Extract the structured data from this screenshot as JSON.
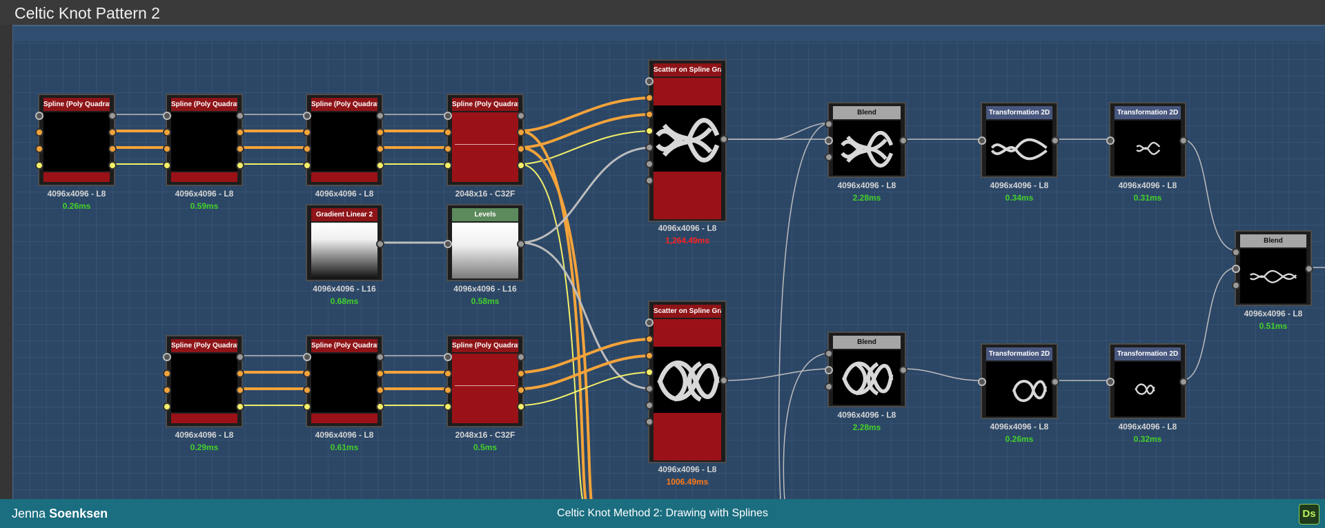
{
  "window": {
    "title": "Celtic Knot Pattern 2"
  },
  "footer": {
    "author_first": "Jenna",
    "author_last": "Soenksen",
    "subtitle": "Celtic Knot Method 2: Drawing with Splines",
    "logo": "Ds"
  },
  "nodes": {
    "spline1": {
      "title": "Spline (Poly Quadratic)",
      "size": "4096x4096 - L8",
      "time": "0.26ms"
    },
    "spline2": {
      "title": "Spline (Poly Quadratic)",
      "size": "4096x4096 - L8",
      "time": "0.59ms"
    },
    "spline3": {
      "title": "Spline (Poly Quadratic)",
      "size": "4096x4096 - L8"
    },
    "spline4": {
      "title": "Spline (Poly Quadratic)",
      "size": "2048x16 - C32F"
    },
    "gradient": {
      "title": "Gradient Linear 2",
      "size": "4096x4096 - L16",
      "time": "0.68ms"
    },
    "levels": {
      "title": "Levels",
      "size": "4096x4096 - L16",
      "time": "0.58ms"
    },
    "scatter1": {
      "title": "Scatter on Spline Gray...",
      "size": "4096x4096 - L8",
      "time": "1,264.49ms"
    },
    "scatter2": {
      "title": "Scatter on Spline Gray...",
      "size": "4096x4096 - L8",
      "time": "1006.49ms"
    },
    "spline5": {
      "title": "Spline (Poly Quadratic)",
      "size": "4096x4096 - L8",
      "time": "0.29ms"
    },
    "spline6": {
      "title": "Spline (Poly Quadratic)",
      "size": "4096x4096 - L8",
      "time": "0.61ms"
    },
    "spline7": {
      "title": "Spline (Poly Quadratic)",
      "size": "2048x16 - C32F",
      "time": "0.5ms"
    },
    "blend1": {
      "title": "Blend",
      "size": "4096x4096 - L8",
      "time": "2.28ms"
    },
    "blend2": {
      "title": "Blend",
      "size": "4096x4096 - L8",
      "time": "2.28ms"
    },
    "trans1": {
      "title": "Transformation 2D",
      "size": "4096x4096 - L8",
      "time": "0.34ms"
    },
    "trans2": {
      "title": "Transformation 2D",
      "size": "4096x4096 - L8",
      "time": "0.31ms"
    },
    "trans3": {
      "title": "Transformation 2D",
      "size": "4096x4096 - L8",
      "time": "0.26ms"
    },
    "trans4": {
      "title": "Transformation 2D",
      "size": "4096x4096 - L8",
      "time": "0.32ms"
    },
    "blend3": {
      "title": "Blend",
      "size": "4096x4096 - L8",
      "time": "0.51ms"
    }
  },
  "colors": {
    "canvas": "#2c4766",
    "node_red": "#8e1418",
    "wire_orange": "#f3a33a",
    "wire_yellow": "#f4f068",
    "time_green": "#43d12a",
    "time_red": "#ff2222",
    "time_orange": "#ff7a1a",
    "footer": "#1b6e80"
  },
  "icons": [
    "input-port-icon",
    "output-port-icon",
    "ds-logo-icon"
  ]
}
